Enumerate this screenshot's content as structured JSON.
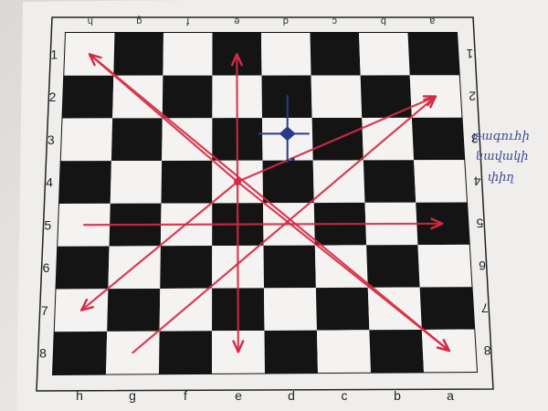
{
  "board": {
    "files_bottom": [
      "h",
      "g",
      "f",
      "e",
      "d",
      "c",
      "b",
      "a"
    ],
    "files_top": [
      "h",
      "g",
      "f",
      "e",
      "d",
      "c",
      "b",
      "a"
    ],
    "ranks_left": [
      "1",
      "2",
      "3",
      "4",
      "5",
      "6",
      "7",
      "8"
    ],
    "ranks_right": [
      "1",
      "2",
      "3",
      "4",
      "5",
      "6",
      "7",
      "8"
    ],
    "light_color": "#f4f3f1",
    "dark_color": "#141414",
    "paper_color": "#efeeec"
  },
  "queen_marker": {
    "color": "#2a3a8a",
    "square": "d3"
  },
  "move_arrows": {
    "color": "#d42a45",
    "moves": [
      "e4-h1",
      "e4-a8",
      "e4-h7",
      "e4-a2",
      "e4-e1",
      "e4-e8",
      "h5-a5",
      "g8-a2",
      "h1-a8"
    ]
  },
  "handwritten_note": [
    "թագուհի",
    "նավակի",
    "փիղ"
  ]
}
